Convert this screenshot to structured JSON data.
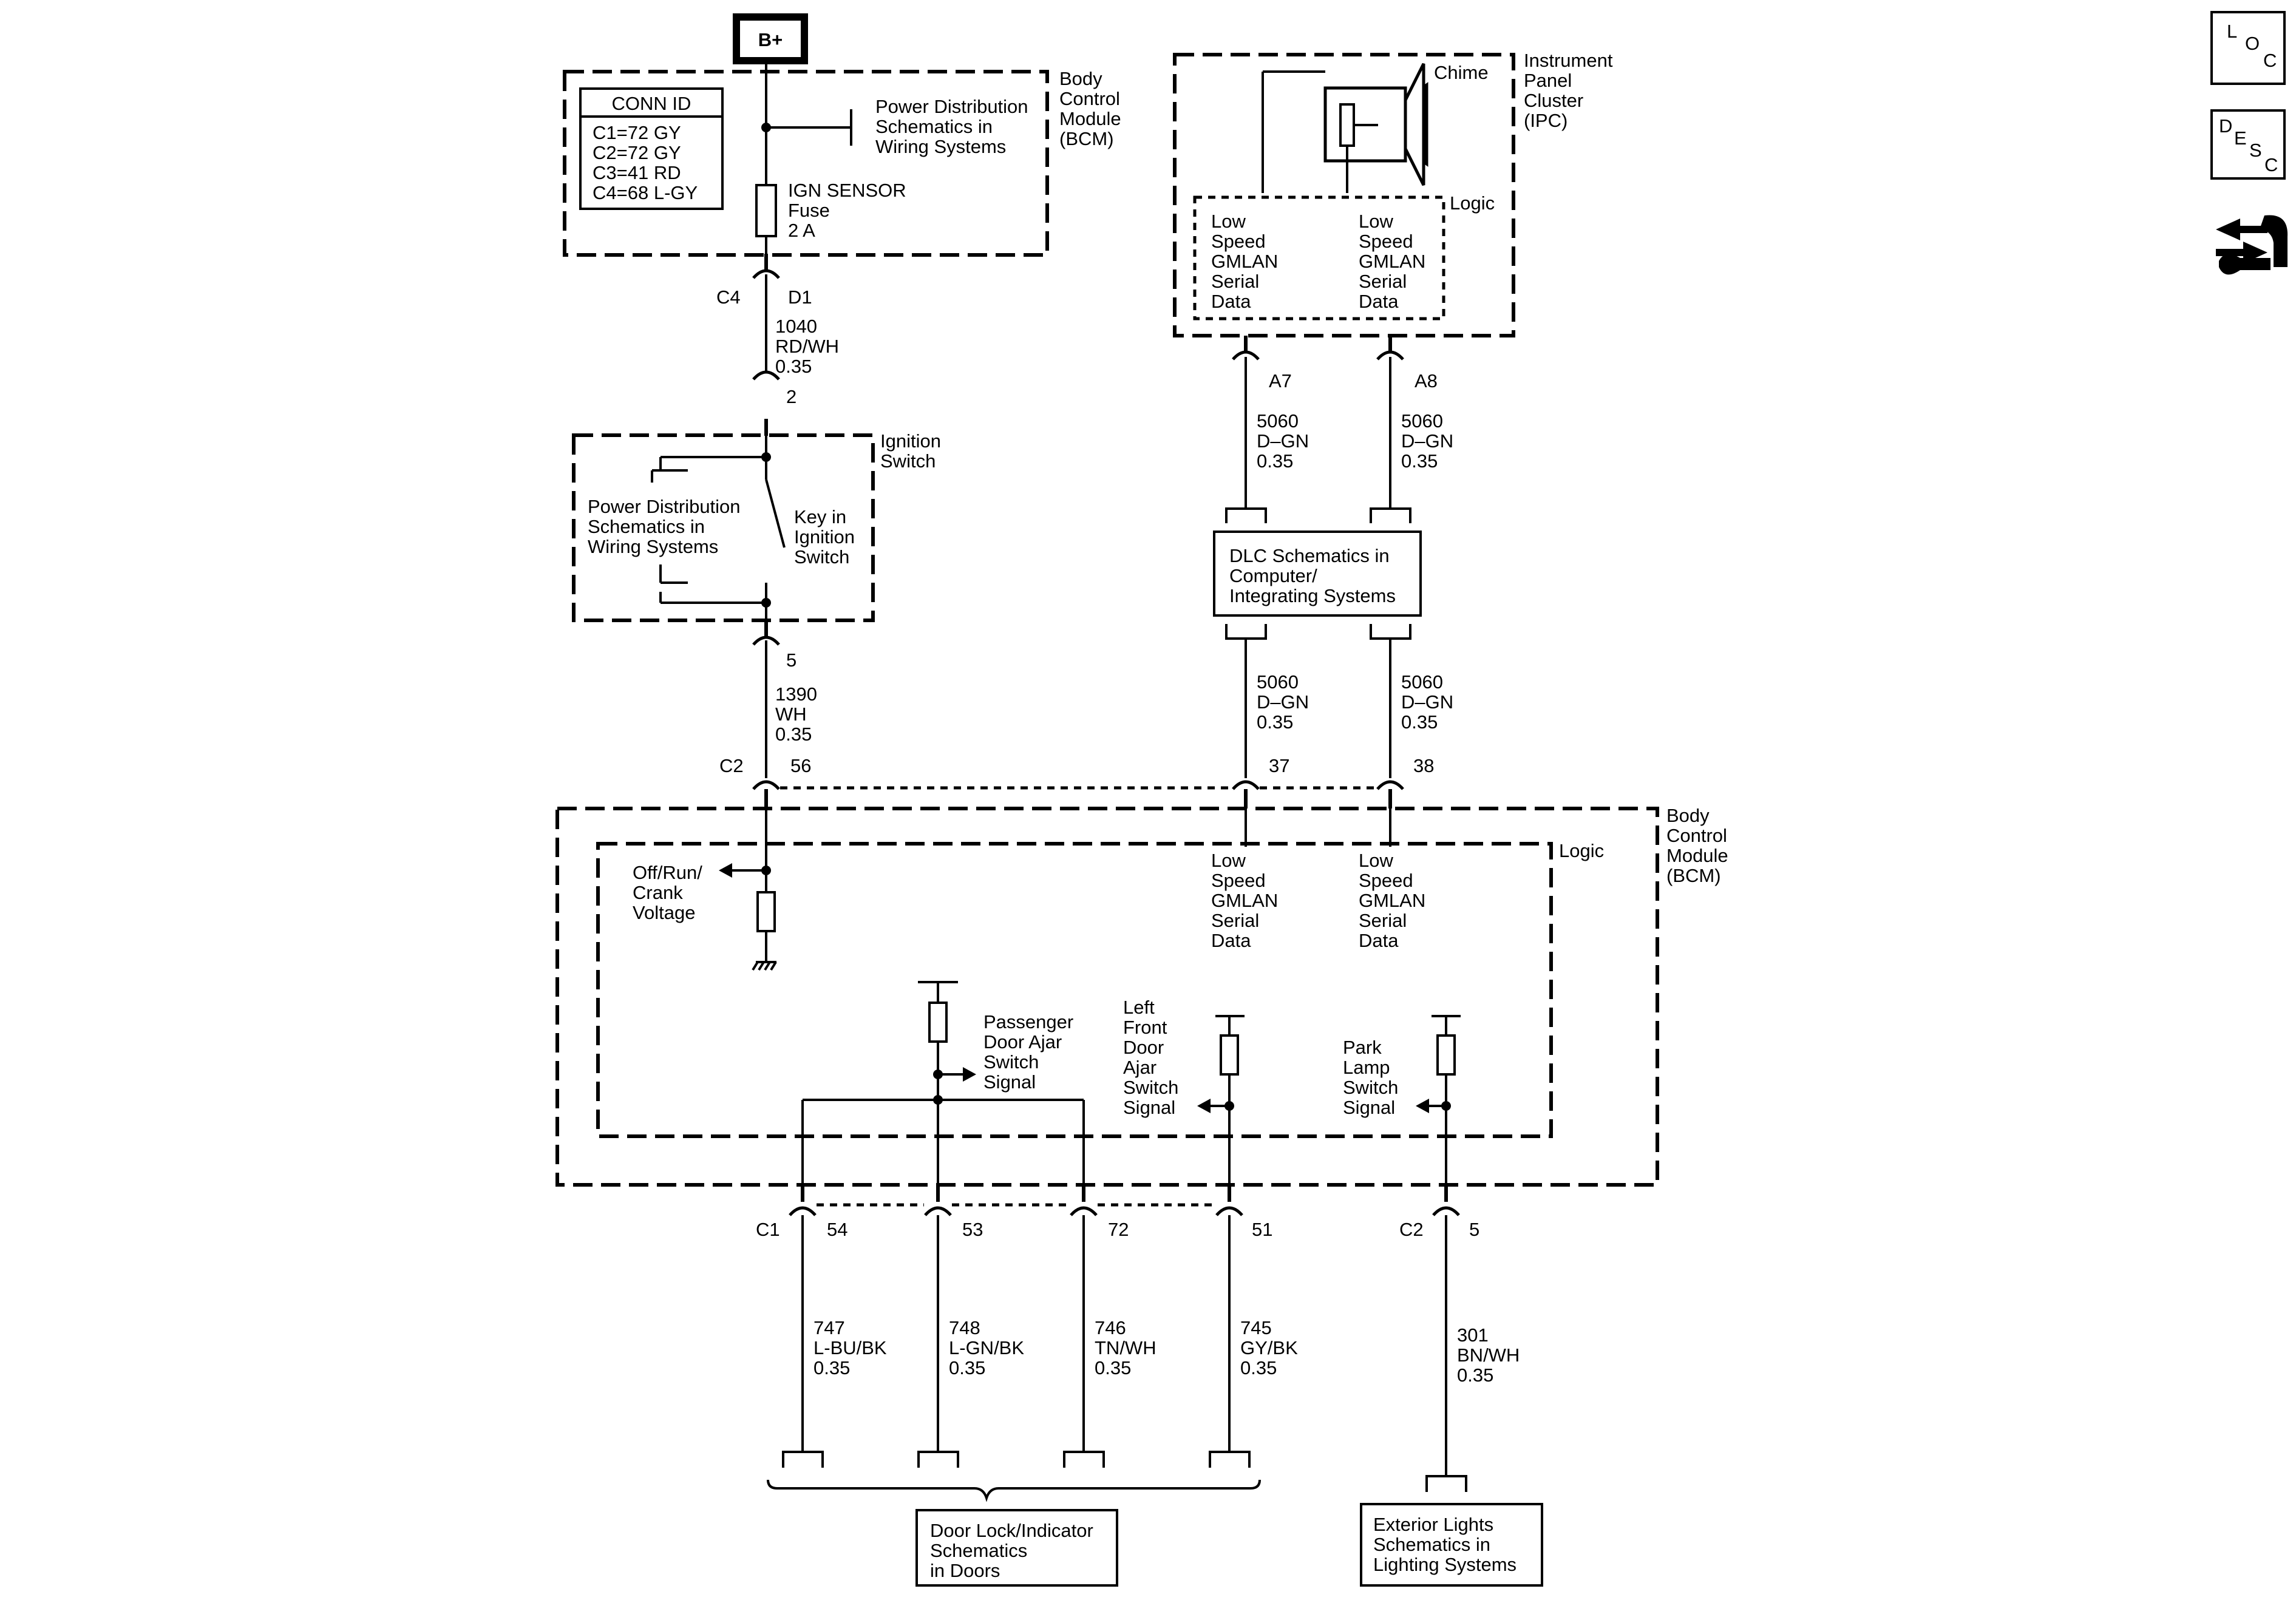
{
  "power_source": "B+",
  "bcm_top": {
    "label": [
      "Body",
      "Control",
      "Module",
      "(BCM)"
    ],
    "conn_id_title": "CONN ID",
    "conn_ids": [
      "C1=72 GY",
      "C2=72 GY",
      "C3=41 RD",
      "C4=68 L-GY"
    ],
    "power_ref": [
      "Power Distribution",
      "Schematics in",
      "Wiring Systems"
    ],
    "fuse": [
      "IGN SENSOR",
      "Fuse",
      "2 A"
    ],
    "conn_label": "C4",
    "pin": "D1"
  },
  "wire_1040": [
    "1040",
    "RD/WH",
    "0.35"
  ],
  "ignition_switch": {
    "label": [
      "Ignition",
      "Switch"
    ],
    "pin_top": "2",
    "pin_bottom": "5",
    "power_ref": [
      "Power Distribution",
      "Schematics in",
      "Wiring Systems"
    ],
    "key_switch": [
      "Key in",
      "Ignition",
      "Switch"
    ]
  },
  "wire_1390": [
    "1390",
    "WH",
    "0.35"
  ],
  "ipc": {
    "label": [
      "Instrument",
      "Panel",
      "Cluster",
      "(IPC)"
    ],
    "chime": "Chime",
    "logic": "Logic",
    "serial_left": [
      "Low",
      "Speed",
      "GMLAN",
      "Serial",
      "Data"
    ],
    "serial_right": [
      "Low",
      "Speed",
      "GMLAN",
      "Serial",
      "Data"
    ],
    "pin_left": "A7",
    "pin_right": "A8"
  },
  "wire_5060_upper_left": [
    "5060",
    "D–GN",
    "0.35"
  ],
  "wire_5060_upper_right": [
    "5060",
    "D–GN",
    "0.35"
  ],
  "dlc": [
    "DLC Schematics in",
    "Computer/",
    "Integrating Systems"
  ],
  "wire_5060_lower_left": [
    "5060",
    "D–GN",
    "0.35"
  ],
  "wire_5060_lower_right": [
    "5060",
    "D–GN",
    "0.35"
  ],
  "bcm_main": {
    "label": [
      "Body",
      "Control",
      "Module",
      "(BCM)"
    ],
    "logic": "Logic",
    "c2_label": "C2",
    "pin_56": "56",
    "pin_37": "37",
    "pin_38": "38",
    "voltage": [
      "Off/Run/",
      "Crank",
      "Voltage"
    ],
    "serial_left": [
      "Low",
      "Speed",
      "GMLAN",
      "Serial",
      "Data"
    ],
    "serial_right": [
      "Low",
      "Speed",
      "GMLAN",
      "Serial",
      "Data"
    ],
    "passenger": [
      "Passenger",
      "Door Ajar",
      "Switch",
      "Signal"
    ],
    "left_front": [
      "Left",
      "Front",
      "Door",
      "Ajar",
      "Switch",
      "Signal"
    ],
    "park": [
      "Park",
      "Lamp",
      "Switch",
      "Signal"
    ]
  },
  "bottom_connectors": {
    "c1_label": "C1",
    "c2_label": "C2",
    "pins": [
      "54",
      "53",
      "72",
      "51",
      "5"
    ]
  },
  "bottom_wires": [
    [
      "747",
      "L-BU/BK",
      "0.35"
    ],
    [
      "748",
      "L-GN/BK",
      "0.35"
    ],
    [
      "746",
      "TN/WH",
      "0.35"
    ],
    [
      "745",
      "GY/BK",
      "0.35"
    ],
    [
      "301",
      "BN/WH",
      "0.35"
    ]
  ],
  "door_lock_ref": [
    "Door Lock/Indicator",
    "Schematics",
    "in Doors"
  ],
  "exterior_ref": [
    "Exterior Lights",
    "Schematics in",
    "Lighting Systems"
  ],
  "side_icons": {
    "loc": [
      "L",
      "O",
      "C"
    ],
    "desc": [
      "D",
      "E",
      "S",
      "C"
    ],
    "tool": "wrench-arrow-icon"
  }
}
